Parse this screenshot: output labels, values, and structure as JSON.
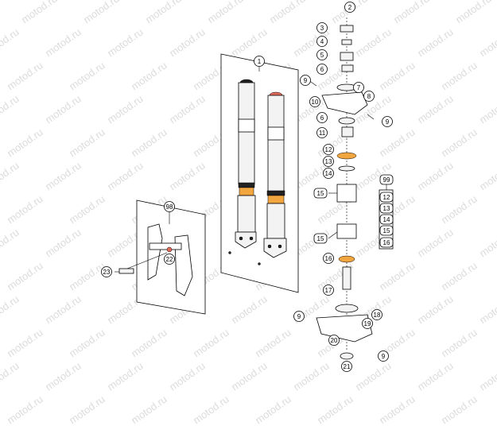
{
  "watermark": {
    "text": "motod.ru",
    "color": "#dcdcdc"
  },
  "callouts": [
    "1",
    "2",
    "3",
    "4",
    "5",
    "6",
    "7",
    "8",
    "9",
    "10",
    "11",
    "12",
    "13",
    "14",
    "15",
    "16",
    "17",
    "18",
    "19",
    "20",
    "21",
    "23",
    "98",
    "99"
  ],
  "kit_list": [
    "12",
    "13",
    "14",
    "15",
    "16"
  ],
  "labels": {
    "c1": "1",
    "c2": "2",
    "c3": "3",
    "c4": "4",
    "c5": "5",
    "c6a": "6",
    "c6b": "6",
    "c7": "7",
    "c8": "8",
    "c9a": "9",
    "c9b": "9",
    "c9c": "9",
    "c9d": "9",
    "c10": "10",
    "c11": "11",
    "c12": "12",
    "c13": "13",
    "c14": "14",
    "c15a": "15",
    "c15b": "15",
    "c16": "16",
    "c17": "17",
    "c18": "18",
    "c19": "19",
    "c20": "20",
    "c21": "21",
    "c22": "22",
    "c23": "23",
    "c98": "98",
    "c99": "99",
    "k12": "12",
    "k13": "13",
    "k14": "14",
    "k15": "15",
    "k16": "16"
  }
}
